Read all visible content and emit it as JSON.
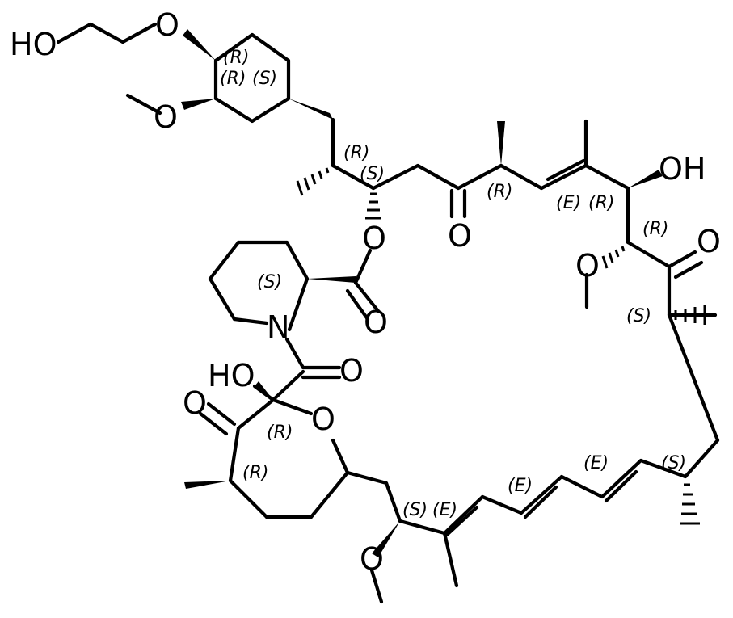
{
  "atoms": {
    "ho_top": "HO",
    "o_ether_top": "O",
    "o_methoxy_left": "O",
    "oh_right": "OH",
    "o_ketone_mid": "O",
    "o_ketone_right": "O",
    "o_methoxy_right": "O",
    "o_ester": "O",
    "o_ester_carbonyl": "O",
    "n_piperidine": "N",
    "o_amide": "O",
    "ho_ring": "HO",
    "o_ring_ketone": "O",
    "o_ring": "O",
    "o_methoxy_bottom": "O"
  },
  "stereo": {
    "s1": "(R)",
    "s2": "(R)",
    "s3": "(S)",
    "s4": "(R)",
    "s5": "(S)",
    "s6": "(R)",
    "s7": "(E)",
    "s8": "(R)",
    "s9": "(R)",
    "s10": "(S)",
    "s11": "(S)",
    "s12": "(R)",
    "s13": "(R)",
    "s14": "(E)",
    "s15": "(E)",
    "s16": "(S)",
    "s17": "(S)",
    "s18": "(E)"
  }
}
